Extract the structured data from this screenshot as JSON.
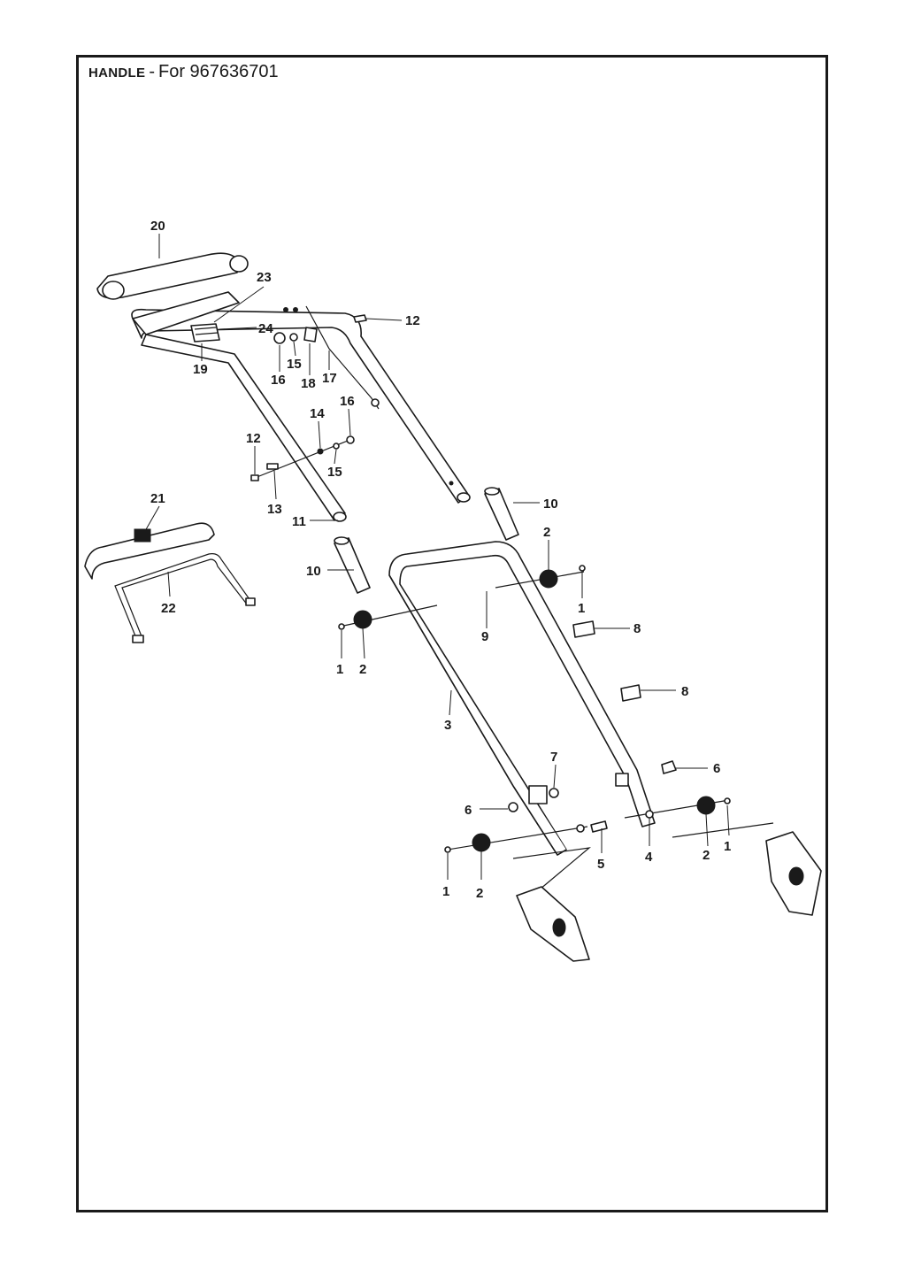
{
  "title": {
    "main": "HANDLE",
    "separator": "-",
    "sub": "For 967636701"
  },
  "callouts": [
    "20",
    "23",
    "24",
    "12",
    "19",
    "15",
    "16",
    "18",
    "17",
    "16",
    "14",
    "12",
    "15",
    "13",
    "21",
    "10",
    "11",
    "2",
    "10",
    "22",
    "1",
    "8",
    "9",
    "1",
    "2",
    "8",
    "3",
    "7",
    "6",
    "6",
    "1",
    "4",
    "2",
    "5",
    "1",
    "2"
  ]
}
